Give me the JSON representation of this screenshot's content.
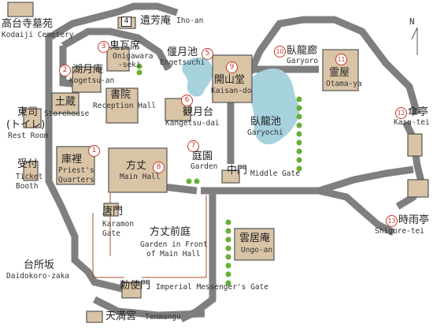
{
  "compass": {
    "letter": "N"
  },
  "labels": {
    "cemetery": {
      "jp": "高台寺墓苑",
      "en": "Kodaiji Cemetery"
    },
    "ihoan": {
      "num": "4",
      "jp": "遺芳庵",
      "en": "Iho-an"
    },
    "onigawara": {
      "num": "3",
      "jp": "鬼瓦席",
      "en1": "Onigawara",
      "en2": "-seki"
    },
    "kogetsuan": {
      "num": "2",
      "jp": "湖月庵",
      "en": "Kogetsu-an"
    },
    "storehouse": {
      "jp": "土蔵",
      "en": "Storehouse"
    },
    "shoin": {
      "jp": "書院",
      "en": "Reception Hall"
    },
    "engetsuchi": {
      "jp": "偃月池",
      "num": "5",
      "en": "Engetsuchi"
    },
    "kaisando": {
      "num": "9",
      "jp": "開山堂",
      "en": "Kaisan-do"
    },
    "garyoro": {
      "num": "10",
      "jp": "臥龍廊",
      "en": "Garyoro"
    },
    "otamaya": {
      "num": "11",
      "jp": "霊屋",
      "en": "Otama-ya"
    },
    "kangetsudai": {
      "num": "6",
      "jp": "観月台",
      "en": "Kangetsu-dai"
    },
    "restroom": {
      "jp1": "東司",
      "jp2": "(トイレ)",
      "en": "Rest Room"
    },
    "garyochi": {
      "jp": "臥龍池",
      "en": "Garyochi"
    },
    "kasatei": {
      "num": "12",
      "jp": "傘亭",
      "en": "Kasa-tei"
    },
    "kuri": {
      "num": "1",
      "jp": "庫裡",
      "en1": "Priest's",
      "en2": "Quarters"
    },
    "hojo": {
      "jp": "方丈",
      "num": "8",
      "en": "Main Hall"
    },
    "teien": {
      "num": "7",
      "jp": "庭園",
      "en": "Garden"
    },
    "chumon": {
      "jp": "中門",
      "en": "Middle Gate"
    },
    "uketsuke": {
      "jp": "受付",
      "en1": "Ticket",
      "en2": "Booth"
    },
    "karamon": {
      "jp": "唐門",
      "en1": "Karamon",
      "en2": "Gate"
    },
    "hojozentei": {
      "jp": "方丈前庭",
      "en1": "Garden in Front",
      "en2": "of Main Hall"
    },
    "ungoan": {
      "jp": "雲居庵",
      "en": "Ungo-an"
    },
    "shigure": {
      "num": "13",
      "jp": "時雨亭",
      "en": "Shigure-tei"
    },
    "daidokoro": {
      "jp": "台所坂",
      "en": "Daidokoro-zaka"
    },
    "chokushimon": {
      "jp": "勅使門",
      "en": "Imperial Messenger's Gate"
    },
    "tenmangu": {
      "jp": "天満宮",
      "en": "Tenmangu"
    }
  },
  "colors": {
    "path": "#7f7f7f",
    "building_fill": "#d9c4a6",
    "building_stroke": "#555555",
    "pond": "#a6d2de",
    "tree": "#66b032",
    "number_circle": "#c0392b",
    "fence": "#a0522d"
  }
}
